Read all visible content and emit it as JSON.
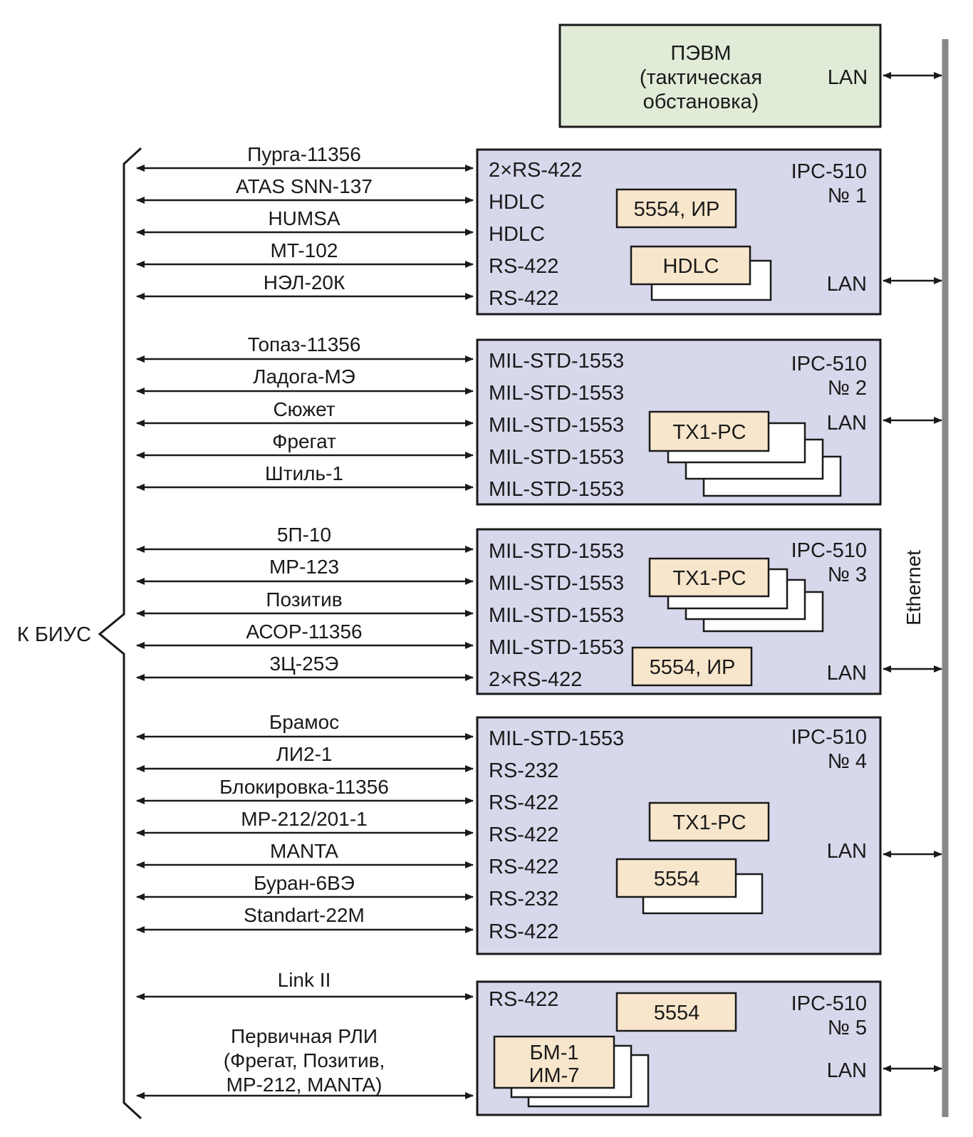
{
  "pc": {
    "lines": [
      "ПЭВМ",
      "(тактическая",
      "обстановка)"
    ],
    "lan": "LAN"
  },
  "bus_label": "Ethernet",
  "left_label": "К БИУС",
  "blocks": [
    {
      "name": "IPC-510",
      "number": "№ 1",
      "lan": "LAN",
      "links": [
        {
          "system": "Пурга-11356",
          "iface": "2×RS-422"
        },
        {
          "system": "ATAS SNN-137",
          "iface": "HDLC"
        },
        {
          "system": "HUMSA",
          "iface": "HDLC"
        },
        {
          "system": "MT-102",
          "iface": "RS-422"
        },
        {
          "system": "НЭЛ-20К",
          "iface": "RS-422"
        }
      ],
      "cards": [
        {
          "label": "5554, ИР"
        },
        {
          "label": "HDLC"
        }
      ]
    },
    {
      "name": "IPC-510",
      "number": "№ 2",
      "lan": "LAN",
      "links": [
        {
          "system": "Топаз-11356",
          "iface": "MIL-STD-1553"
        },
        {
          "system": "Ладога-МЭ",
          "iface": "MIL-STD-1553"
        },
        {
          "system": "Сюжет",
          "iface": "MIL-STD-1553"
        },
        {
          "system": "Фрегат",
          "iface": "MIL-STD-1553"
        },
        {
          "system": "Штиль-1",
          "iface": "MIL-STD-1553"
        }
      ],
      "cards": [
        {
          "label": "TX1-PC"
        }
      ]
    },
    {
      "name": "IPC-510",
      "number": "№ 3",
      "lan": "LAN",
      "links": [
        {
          "system": "5П-10",
          "iface": "MIL-STD-1553"
        },
        {
          "system": "MP-123",
          "iface": "MIL-STD-1553"
        },
        {
          "system": "Позитив",
          "iface": "MIL-STD-1553"
        },
        {
          "system": "АСОР-11356",
          "iface": "MIL-STD-1553"
        },
        {
          "system": "3Ц-25Э",
          "iface": "2×RS-422"
        }
      ],
      "cards": [
        {
          "label": "TX1-PC"
        },
        {
          "label": "5554, ИР"
        }
      ]
    },
    {
      "name": "IPC-510",
      "number": "№ 4",
      "lan": "LAN",
      "links": [
        {
          "system": "Брамос",
          "iface": "MIL-STD-1553"
        },
        {
          "system": "ЛИ2-1",
          "iface": "RS-232"
        },
        {
          "system": "Блокировка-11356",
          "iface": "RS-422"
        },
        {
          "system": "MP-212/201-1",
          "iface": "RS-422"
        },
        {
          "system": "MANTA",
          "iface": "RS-422"
        },
        {
          "system": "Буран-6ВЭ",
          "iface": "RS-232"
        },
        {
          "system": "Standart-22M",
          "iface": "RS-422"
        }
      ],
      "cards": [
        {
          "label": "TX1-PC"
        },
        {
          "label": "5554"
        }
      ]
    },
    {
      "name": "IPC-510",
      "number": "№ 5",
      "lan": "LAN",
      "links": [
        {
          "system": "Link II",
          "iface": "RS-422"
        },
        {
          "system": "Первичная РЛИ",
          "iface": ""
        }
      ],
      "extra_lines": [
        "(Фрегат, Позитив,",
        "MP-212, MANTA)"
      ],
      "cards": [
        {
          "label": "5554"
        },
        {
          "label": "БМ-1",
          "label2": "ИМ-7"
        }
      ]
    }
  ]
}
